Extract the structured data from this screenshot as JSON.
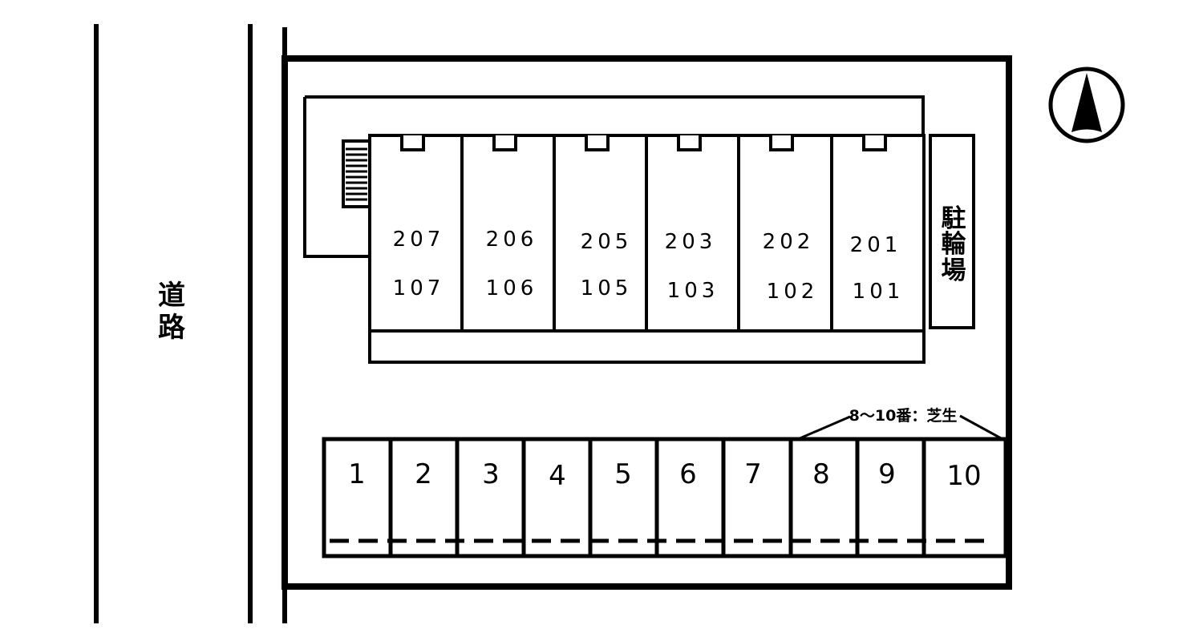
{
  "road": {
    "label_line_1": "道",
    "label_line_2": "路"
  },
  "rooms": [
    {
      "upper": "207",
      "lower": "107"
    },
    {
      "upper": "206",
      "lower": "106"
    },
    {
      "upper": "205",
      "lower": "105"
    },
    {
      "upper": "203",
      "lower": "103"
    },
    {
      "upper": "202",
      "lower": "102"
    },
    {
      "upper": "201",
      "lower": "101"
    }
  ],
  "bicycle_parking": {
    "label_line_1": "駐",
    "label_line_2": "輪",
    "label_line_3": "場"
  },
  "parking": {
    "space_labels": [
      "1",
      "2",
      "3",
      "4",
      "5",
      "6",
      "7",
      "8",
      "9",
      "10"
    ],
    "note": "8〜10番：芝生"
  },
  "north": {
    "icon": "north-arrow-icon"
  },
  "colors": {
    "line": "#000000",
    "background": "#ffffff"
  }
}
